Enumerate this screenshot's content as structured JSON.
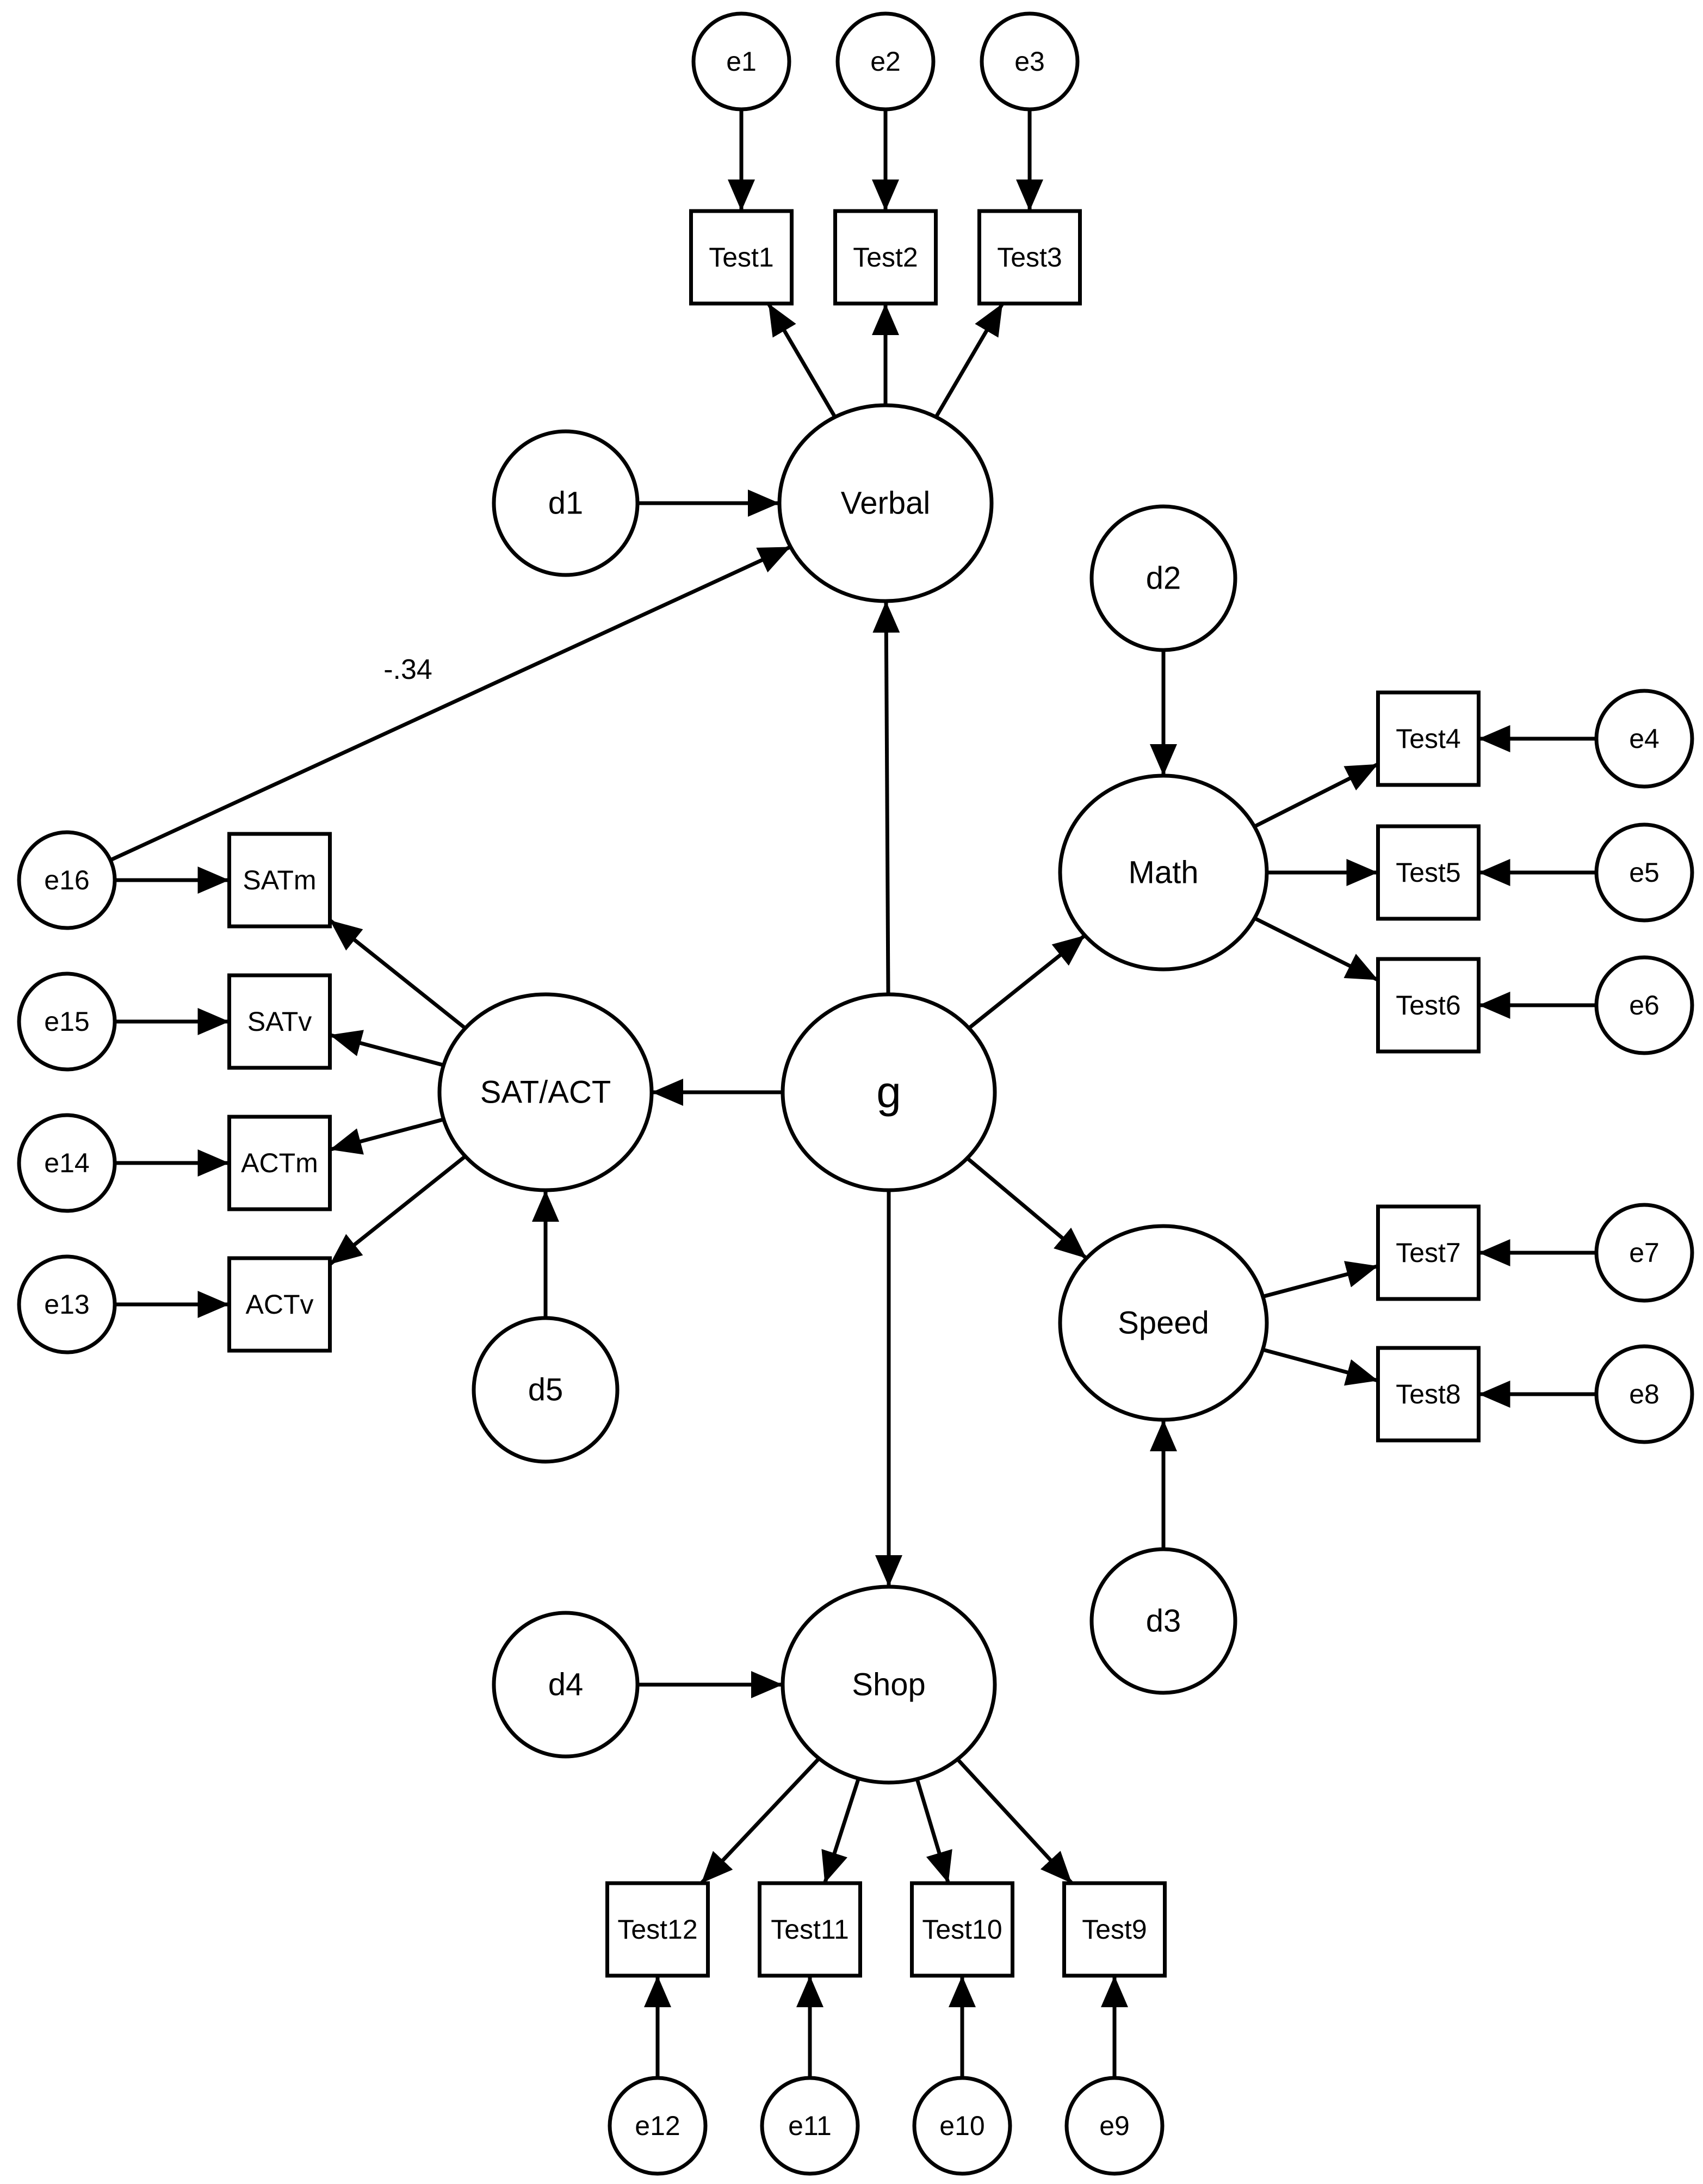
{
  "diagram": {
    "latent": {
      "g": "g",
      "verbal": "Verbal",
      "math": "Math",
      "speed": "Speed",
      "shop": "Shop",
      "satact": "SAT/ACT"
    },
    "disturbances": {
      "d1": "d1",
      "d2": "d2",
      "d3": "d3",
      "d4": "d4",
      "d5": "d5"
    },
    "observed": {
      "test1": "Test1",
      "test2": "Test2",
      "test3": "Test3",
      "test4": "Test4",
      "test5": "Test5",
      "test6": "Test6",
      "test7": "Test7",
      "test8": "Test8",
      "test9": "Test9",
      "test10": "Test10",
      "test11": "Test11",
      "test12": "Test12",
      "satm": "SATm",
      "satv": "SATv",
      "actm": "ACTm",
      "actv": "ACTv"
    },
    "errors": {
      "e1": "e1",
      "e2": "e2",
      "e3": "e3",
      "e4": "e4",
      "e5": "e5",
      "e6": "e6",
      "e7": "e7",
      "e8": "e8",
      "e9": "e9",
      "e10": "e10",
      "e11": "e11",
      "e12": "e12",
      "e13": "e13",
      "e14": "e14",
      "e15": "e15",
      "e16": "e16"
    },
    "coefficients": {
      "e16_verbal": "-.34"
    }
  }
}
